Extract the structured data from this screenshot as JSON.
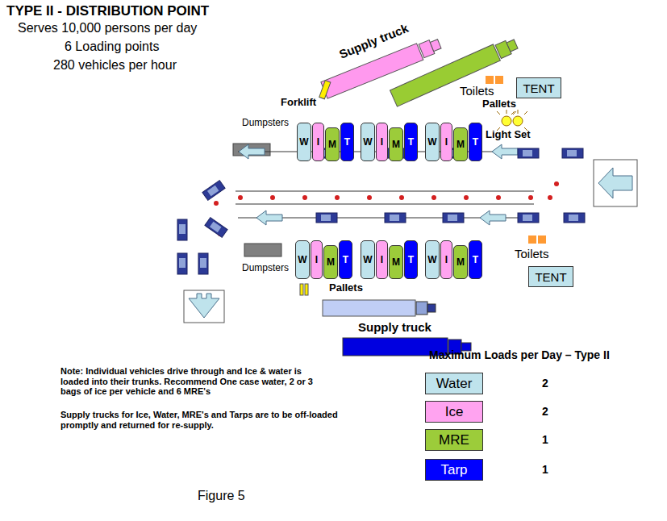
{
  "diagram": {
    "title": "TYPE II - DISTRIBUTION POINT",
    "caption": "Figure 5",
    "nodes": [
      {
        "text": [
          "TENT"
        ]
      },
      {
        "text": [
          "W"
        ]
      },
      {
        "text": [
          "I"
        ]
      },
      {
        "text": [
          "M"
        ]
      },
      {
        "text": [
          "T"
        ]
      },
      {
        "text": [
          "W"
        ]
      },
      {
        "text": [
          "I"
        ]
      },
      {
        "text": [
          "M"
        ]
      },
      {
        "text": [
          "T"
        ]
      },
      {
        "text": [
          "W"
        ]
      },
      {
        "text": [
          "I"
        ]
      },
      {
        "text": [
          "M"
        ]
      },
      {
        "text": [
          "T"
        ]
      },
      {
        "text": [
          "W"
        ]
      },
      {
        "text": [
          "I"
        ]
      },
      {
        "text": [
          "M"
        ]
      },
      {
        "text": [
          "T"
        ]
      },
      {
        "text": [
          "W"
        ]
      },
      {
        "text": [
          "I"
        ]
      },
      {
        "text": [
          "M"
        ]
      },
      {
        "text": [
          "T"
        ]
      },
      {
        "text": [
          "W"
        ]
      },
      {
        "text": [
          "I"
        ]
      },
      {
        "text": [
          "M"
        ]
      },
      {
        "text": [
          "T"
        ]
      },
      {
        "text": [
          "TENT"
        ]
      }
    ],
    "labels": [
      "Serves 10,000 persons per day",
      "6 Loading points",
      "280 vehicles per hour",
      "Supply truck",
      "Forklift",
      "Pallets",
      "Toilets",
      "Dumpsters",
      "Light Set",
      "Dumpsters",
      "Pallets",
      "Toilets",
      "Supply truck",
      "Note: Individual vehicles drive through and Ice & water is loaded into their trunks. Recommend One case water, 2 or 3 bags of ice per vehicle and 6 MRE's",
      "Supply trucks for Ice, Water, MRE's and Tarps are to be off-loaded promptly and returned for re-supply.",
      "Maximum Loads per Day – Type II",
      "2",
      "2",
      "1",
      "1"
    ],
    "legend": [
      {
        "text": "Water",
        "color": "#bfe3ec"
      },
      {
        "text": "Ice",
        "color": "#ffa3f0"
      },
      {
        "text": "MRE",
        "color": "#9ccc3a"
      },
      {
        "text": "Tarp",
        "color": "#0000ff"
      }
    ]
  }
}
